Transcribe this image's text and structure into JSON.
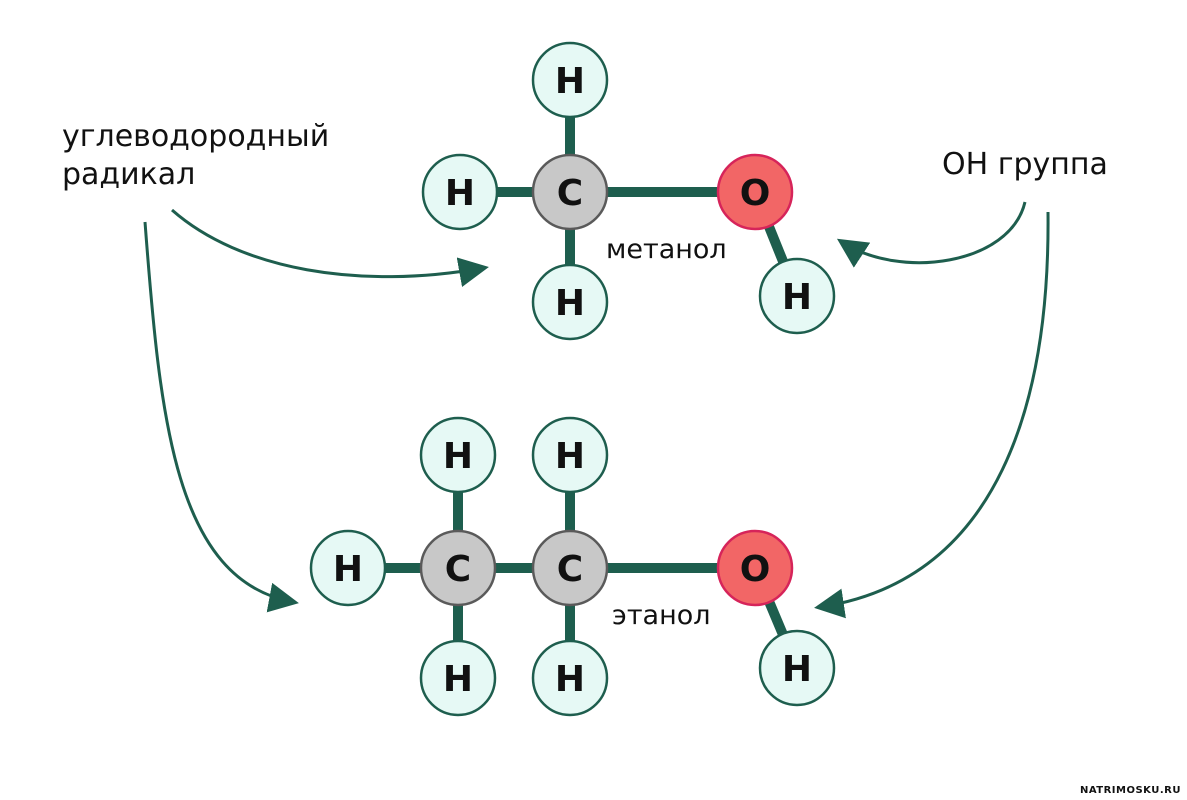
{
  "labels": {
    "radical_line1": "углеводородный",
    "radical_line2": "радикал",
    "oh_group": "ОН группа",
    "methanol": "метанол",
    "ethanol": "этанол"
  },
  "atoms": {
    "hydrogen": "H",
    "carbon": "C",
    "oxygen": "O"
  },
  "colors": {
    "bond": "#1e5e4e",
    "hydrogen_fill": "#e6f9f5",
    "carbon_fill": "#c8c8c8",
    "carbon_stroke": "#5a5a5a",
    "oxygen_fill": "#f26666",
    "oxygen_stroke": "#d6245a",
    "arrow": "#1e5e4e"
  },
  "watermark": "NATRIMOSKU.RU"
}
